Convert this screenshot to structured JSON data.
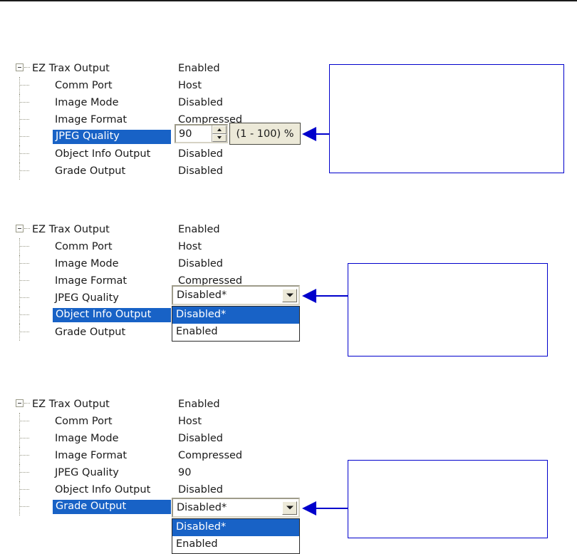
{
  "tree_rows": [
    {
      "label": "EZ Trax Output",
      "value": "Enabled"
    },
    {
      "label": "Comm Port",
      "value": "Host"
    },
    {
      "label": "Image Mode",
      "value": "Disabled"
    },
    {
      "label": "Image Format",
      "value": "Compressed"
    },
    {
      "label": "JPEG Quality",
      "value": "90"
    },
    {
      "label": "Object Info Output",
      "value": "Disabled"
    },
    {
      "label": "Grade Output",
      "value": "Disabled"
    }
  ],
  "sections": [
    {
      "name": "jpeg-quality-section",
      "selected_row_label": "JPEG Quality",
      "editor": {
        "type": "spinner",
        "value": "90",
        "up_icon": "spinner-up-arrow-icon",
        "down_icon": "spinner-down-arrow-icon"
      },
      "tooltip": "(1 - 100) %"
    },
    {
      "name": "object-info-output-section",
      "selected_row_label": "Object Info Output",
      "editor": {
        "type": "combobox",
        "value": "Disabled*",
        "button_icon": "chevron-down-icon",
        "options": [
          "Disabled*",
          "Enabled"
        ],
        "selected_option": "Disabled*"
      }
    },
    {
      "name": "grade-output-section",
      "selected_row_label": "Grade Output",
      "editor": {
        "type": "combobox",
        "value": "Disabled*",
        "button_icon": "chevron-down-icon",
        "options": [
          "Disabled*",
          "Enabled"
        ],
        "selected_option": "Disabled*"
      }
    }
  ],
  "callouts": [
    {
      "name": "callout-box-jpeg-quality",
      "text": ""
    },
    {
      "name": "callout-box-object-info-output",
      "text": ""
    },
    {
      "name": "callout-box-grade-output",
      "text": ""
    }
  ],
  "colors": {
    "selection_blue": "#1862c6",
    "callout_blue": "#0000cc",
    "control_face": "#ece9d8",
    "tree_line": "#9a9a88"
  },
  "icons": {
    "expander": "tree-collapse-minus-icon"
  }
}
